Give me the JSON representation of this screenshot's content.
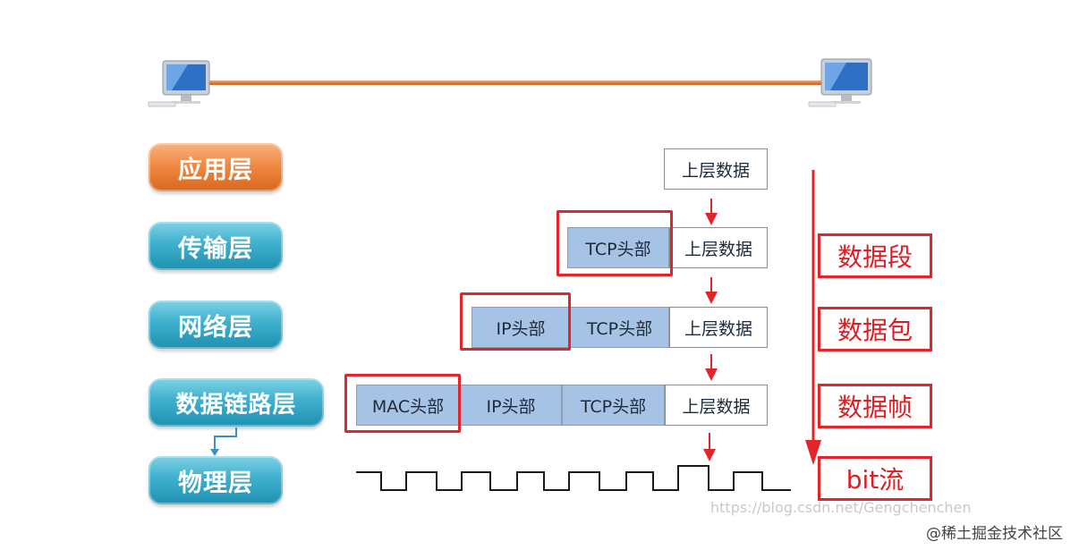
{
  "layers": [
    {
      "name": "应用层",
      "color": "#f08a44"
    },
    {
      "name": "传输层",
      "color": "#3fb0cd"
    },
    {
      "name": "网络层",
      "color": "#3fb0cd"
    },
    {
      "name": "数据链路层",
      "color": "#3fb0cd"
    },
    {
      "name": "物理层",
      "color": "#3fb0cd"
    }
  ],
  "packets": {
    "application": {
      "data": "上层数据"
    },
    "transport": {
      "tcp": "TCP头部",
      "data": "上层数据"
    },
    "network": {
      "ip": "IP头部",
      "tcp": "TCP头部",
      "data": "上层数据"
    },
    "datalink": {
      "mac": "MAC头部",
      "ip": "IP头部",
      "tcp": "TCP头部",
      "data": "上层数据"
    }
  },
  "units": [
    "数据段",
    "数据包",
    "数据帧",
    "bit流"
  ],
  "accent_color": "#e1252b",
  "header_color": "#a6c3e6",
  "icons": [
    "computer-left-icon",
    "computer-right-icon"
  ],
  "watermark": "https://blog.csdn.net/Gengchenchen",
  "credit": "@稀土掘金技术社区"
}
